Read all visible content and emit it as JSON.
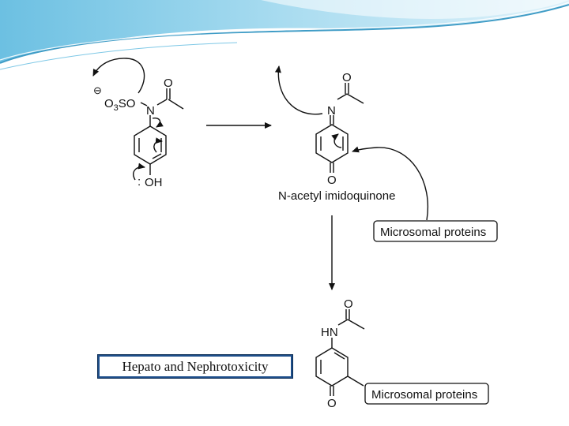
{
  "slide": {
    "title_box": "Hepato and Nephrotoxicity"
  },
  "diagram": {
    "reactant": {
      "charge": "⊖",
      "o3so": "O3SO",
      "n": "N",
      "o_top": "O",
      "oh": "OH",
      "lone_pair": ":"
    },
    "intermediate": {
      "n": "N",
      "o_top": "O",
      "o_bottom": "O",
      "name": "N-acetyl imidoquinone"
    },
    "reagent_box": "Microsomal proteins",
    "product": {
      "hn": "HN",
      "o_top": "O",
      "o_bottom": "O",
      "adduct_box": "Microsomal proteins"
    }
  },
  "colors": {
    "box_border": "#1d4e8a",
    "wave_light": "#bfe6f4",
    "wave_dark": "#4aa8cf"
  }
}
